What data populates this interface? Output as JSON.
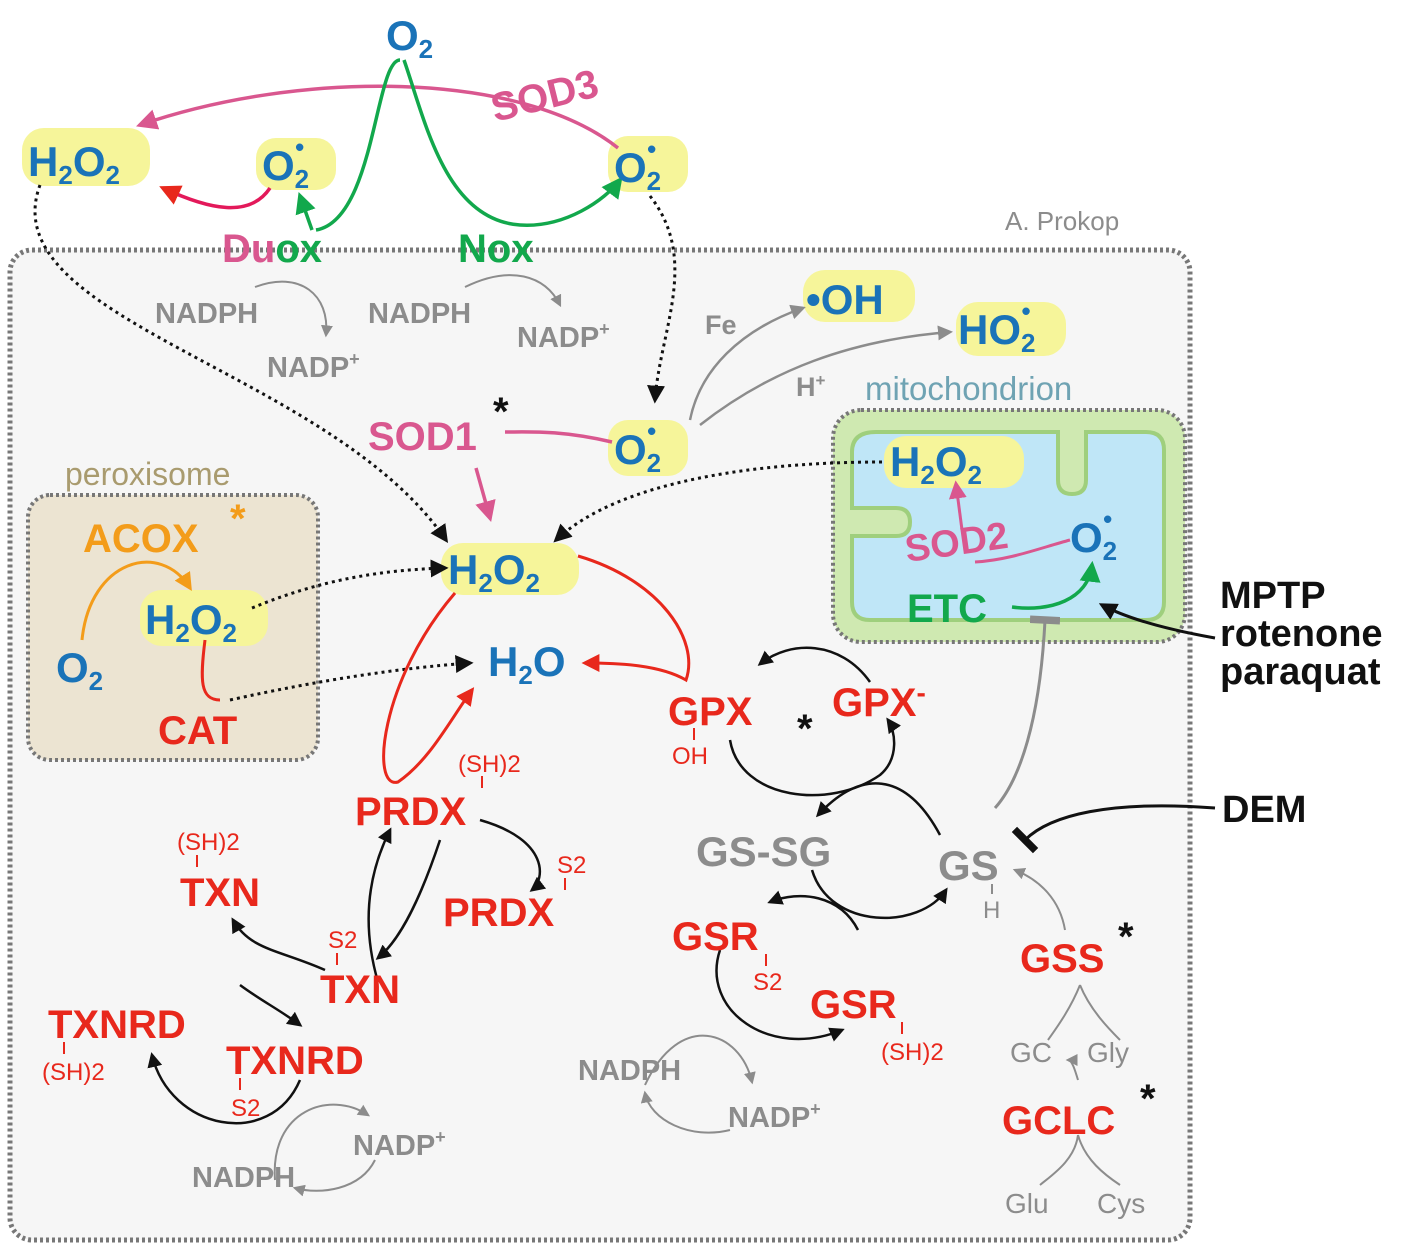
{
  "credit": "A. Prokop",
  "colors": {
    "ros_blue": "#1a73b8",
    "highlight": "#f6f59a",
    "enzyme_pink": "#d9578f",
    "nox_green": "#12a84c",
    "redox_red": "#e8281c",
    "cofactor_gray": "#8c8c8c",
    "peroxisome_fill": "#ece4d2",
    "mito_fill": "#bfe6f7",
    "mito_border": "#cfe9b1",
    "cell_fill": "#f6f6f6",
    "acox_orange": "#f39c1a"
  },
  "compartments": {
    "mitochondrion": "mitochondrion",
    "peroxisome": "peroxisome"
  },
  "species": {
    "o2": "O",
    "o2_sub": "2",
    "h2o2": "H",
    "h2o2_sub": "2",
    "h2o2_o": "O",
    "h2o2_sub2": "2",
    "superoxide": "O",
    "superoxide_sub": "2",
    "superoxide_sup": "•",
    "hydroxyl": "•OH",
    "ho2": "HO",
    "ho2_sub": "2",
    "ho2_sup": "•",
    "water": "H",
    "water_sub": "2",
    "water_o": "O"
  },
  "enzymes": {
    "sod3": "SOD3",
    "sod1": "SOD1",
    "sod2": "SOD2",
    "duox_a": "Du",
    "duox_b": "ox",
    "nox": "Nox",
    "acox": "ACOX",
    "cat": "CAT",
    "etc": "ETC",
    "gpx": "GPX",
    "gpx_red": "GPX",
    "gpx_red_sup": "-",
    "gpx_mod": "OH",
    "prdx": "PRDX",
    "txn": "TXN",
    "txnrd": "TXNRD",
    "gsr": "GSR",
    "gss": "GSS",
    "gclc": "GCLC",
    "gs_sg": "GS-SG",
    "gs": "GS",
    "gs_mod": "H",
    "sh2": "(SH)2",
    "s2": "S2"
  },
  "cofactors": {
    "nadph": "NADPH",
    "nadp": "NADP",
    "nadp_sup": "+",
    "fe": "Fe",
    "h_plus": "H",
    "h_plus_sup": "+"
  },
  "amino_acids": {
    "gc": "GC",
    "gly": "Gly",
    "glu": "Glu",
    "cys": "Cys"
  },
  "markers": {
    "asterisk": "*"
  },
  "toxins": {
    "mptp": "MPTP",
    "rotenone": "rotenone",
    "paraquat": "paraquat",
    "dem": "DEM"
  }
}
